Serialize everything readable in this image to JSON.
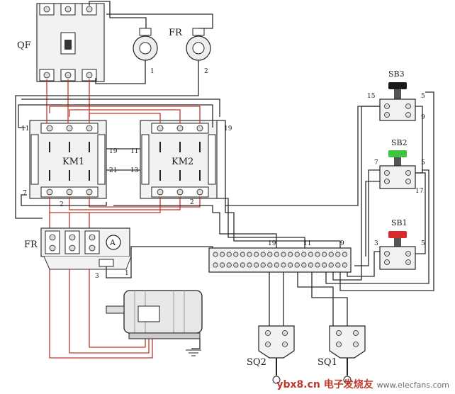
{
  "labels": {
    "qf": "QF",
    "fr_top": "FR",
    "fr_term_1": "1",
    "fr_term_2": "2",
    "km1": "KM1",
    "km2": "KM2",
    "fr_left": "FR",
    "ammeter": "A",
    "sb3": "SB3",
    "sb2": "SB2",
    "sb1": "SB1",
    "sq2": "SQ2",
    "sq1": "SQ1"
  },
  "terminal_numbers": {
    "n11a": "11",
    "n7a": "7",
    "n2a": "2",
    "n19a": "19",
    "n21": "21",
    "n11b": "11",
    "n13": "13",
    "n19b": "19",
    "n2b": "2",
    "n3": "3",
    "n1": "1",
    "n15": "15",
    "n5a": "5",
    "n9a": "9",
    "n7b": "7",
    "n5b": "5",
    "n17": "17",
    "n3b": "3",
    "n5c": "5",
    "n19c": "19",
    "n11c": "11",
    "n9b": "9"
  },
  "watermark": {
    "site": "ybx8.cn",
    "brand": "电子发烧友",
    "url": "www.elecfans.com"
  },
  "colors": {
    "button_black": "#1a1a1a",
    "button_green": "#3ec43e",
    "button_red": "#d62b2b",
    "wire_red": "#c0392b",
    "wire_dark": "#2a2a2a"
  }
}
